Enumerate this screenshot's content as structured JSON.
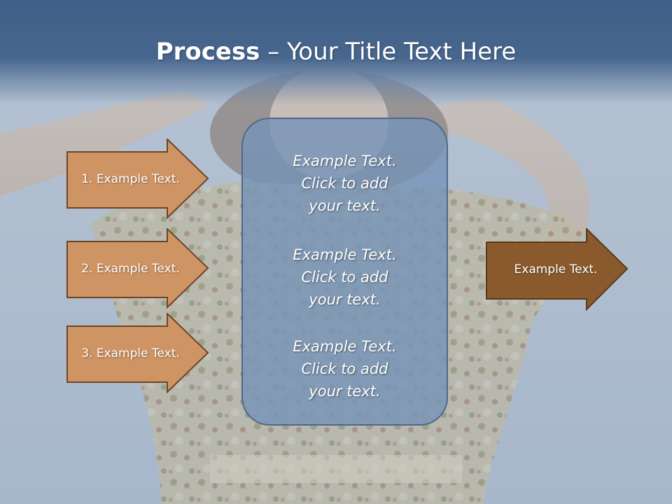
{
  "title": {
    "bold": "Process",
    "rest": " – Your Title Text Here"
  },
  "center": {
    "items": [
      [
        "Example Text.",
        "Click  to add",
        "your text."
      ],
      [
        "Example Text.",
        "Click  to add",
        "your text."
      ],
      [
        "Example Text.",
        "Click  to add",
        "your text."
      ]
    ]
  },
  "left_arrows": [
    {
      "label": "1. Example Text."
    },
    {
      "label": "2. Example Text."
    },
    {
      "label": "3. Example Text."
    }
  ],
  "right_arrow": {
    "label": "Example Text."
  },
  "colors": {
    "title_band": "#3f6088",
    "left_arrow_fill": "#cf9464",
    "left_arrow_stroke": "#6b4526",
    "right_arrow_fill": "#8a5a2c",
    "center_box_fill": "#7694b7",
    "center_box_border": "#4f6888"
  }
}
